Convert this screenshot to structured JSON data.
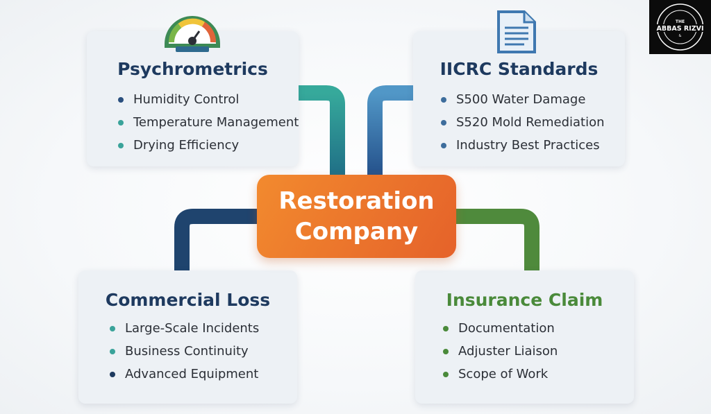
{
  "center": {
    "line1": "Restoration",
    "line2": "Company",
    "color": "#ec752c"
  },
  "logo": {
    "text": "THE ABBAS RIZVI",
    "ring_text": "DIGITAL MARKETING & E-COMMERCE EXPERT"
  },
  "cards": [
    {
      "title": "Psychrometrics",
      "title_color": "#1e3a5f",
      "icon": "gauge-icon",
      "items": [
        "Humidity Control",
        "Temperature Management",
        "Drying Efficiency"
      ],
      "bullet_colors": [
        "#2a4f7e",
        "#3aa39a",
        "#3aa39a"
      ],
      "connector_color": "#2f9e95"
    },
    {
      "title": "IICRC Standards",
      "title_color": "#1e3a5f",
      "icon": "document-icon",
      "items": [
        "S500 Water Damage",
        "S520 Mold Remediation",
        "Industry Best Practices"
      ],
      "bullet_colors": [
        "#3d6d9c",
        "#3d6d9c",
        "#3d6d9c"
      ],
      "connector_color": "#3f7fb5"
    },
    {
      "title": "Commercial Loss",
      "title_color": "#1e3a5f",
      "items": [
        "Large-Scale Incidents",
        "Business Continuity",
        "Advanced Equipment"
      ],
      "bullet_colors": [
        "#3aa39a",
        "#3aa39a",
        "#1e3a5f"
      ],
      "connector_color": "#1f446e"
    },
    {
      "title": "Insurance Claim",
      "title_color": "#4a8a3a",
      "items": [
        "Documentation",
        "Adjuster Liaison",
        "Scope of Work"
      ],
      "bullet_colors": [
        "#4a8a3a",
        "#4a8a3a",
        "#4a8a3a"
      ],
      "connector_color": "#4f8a3c"
    }
  ]
}
